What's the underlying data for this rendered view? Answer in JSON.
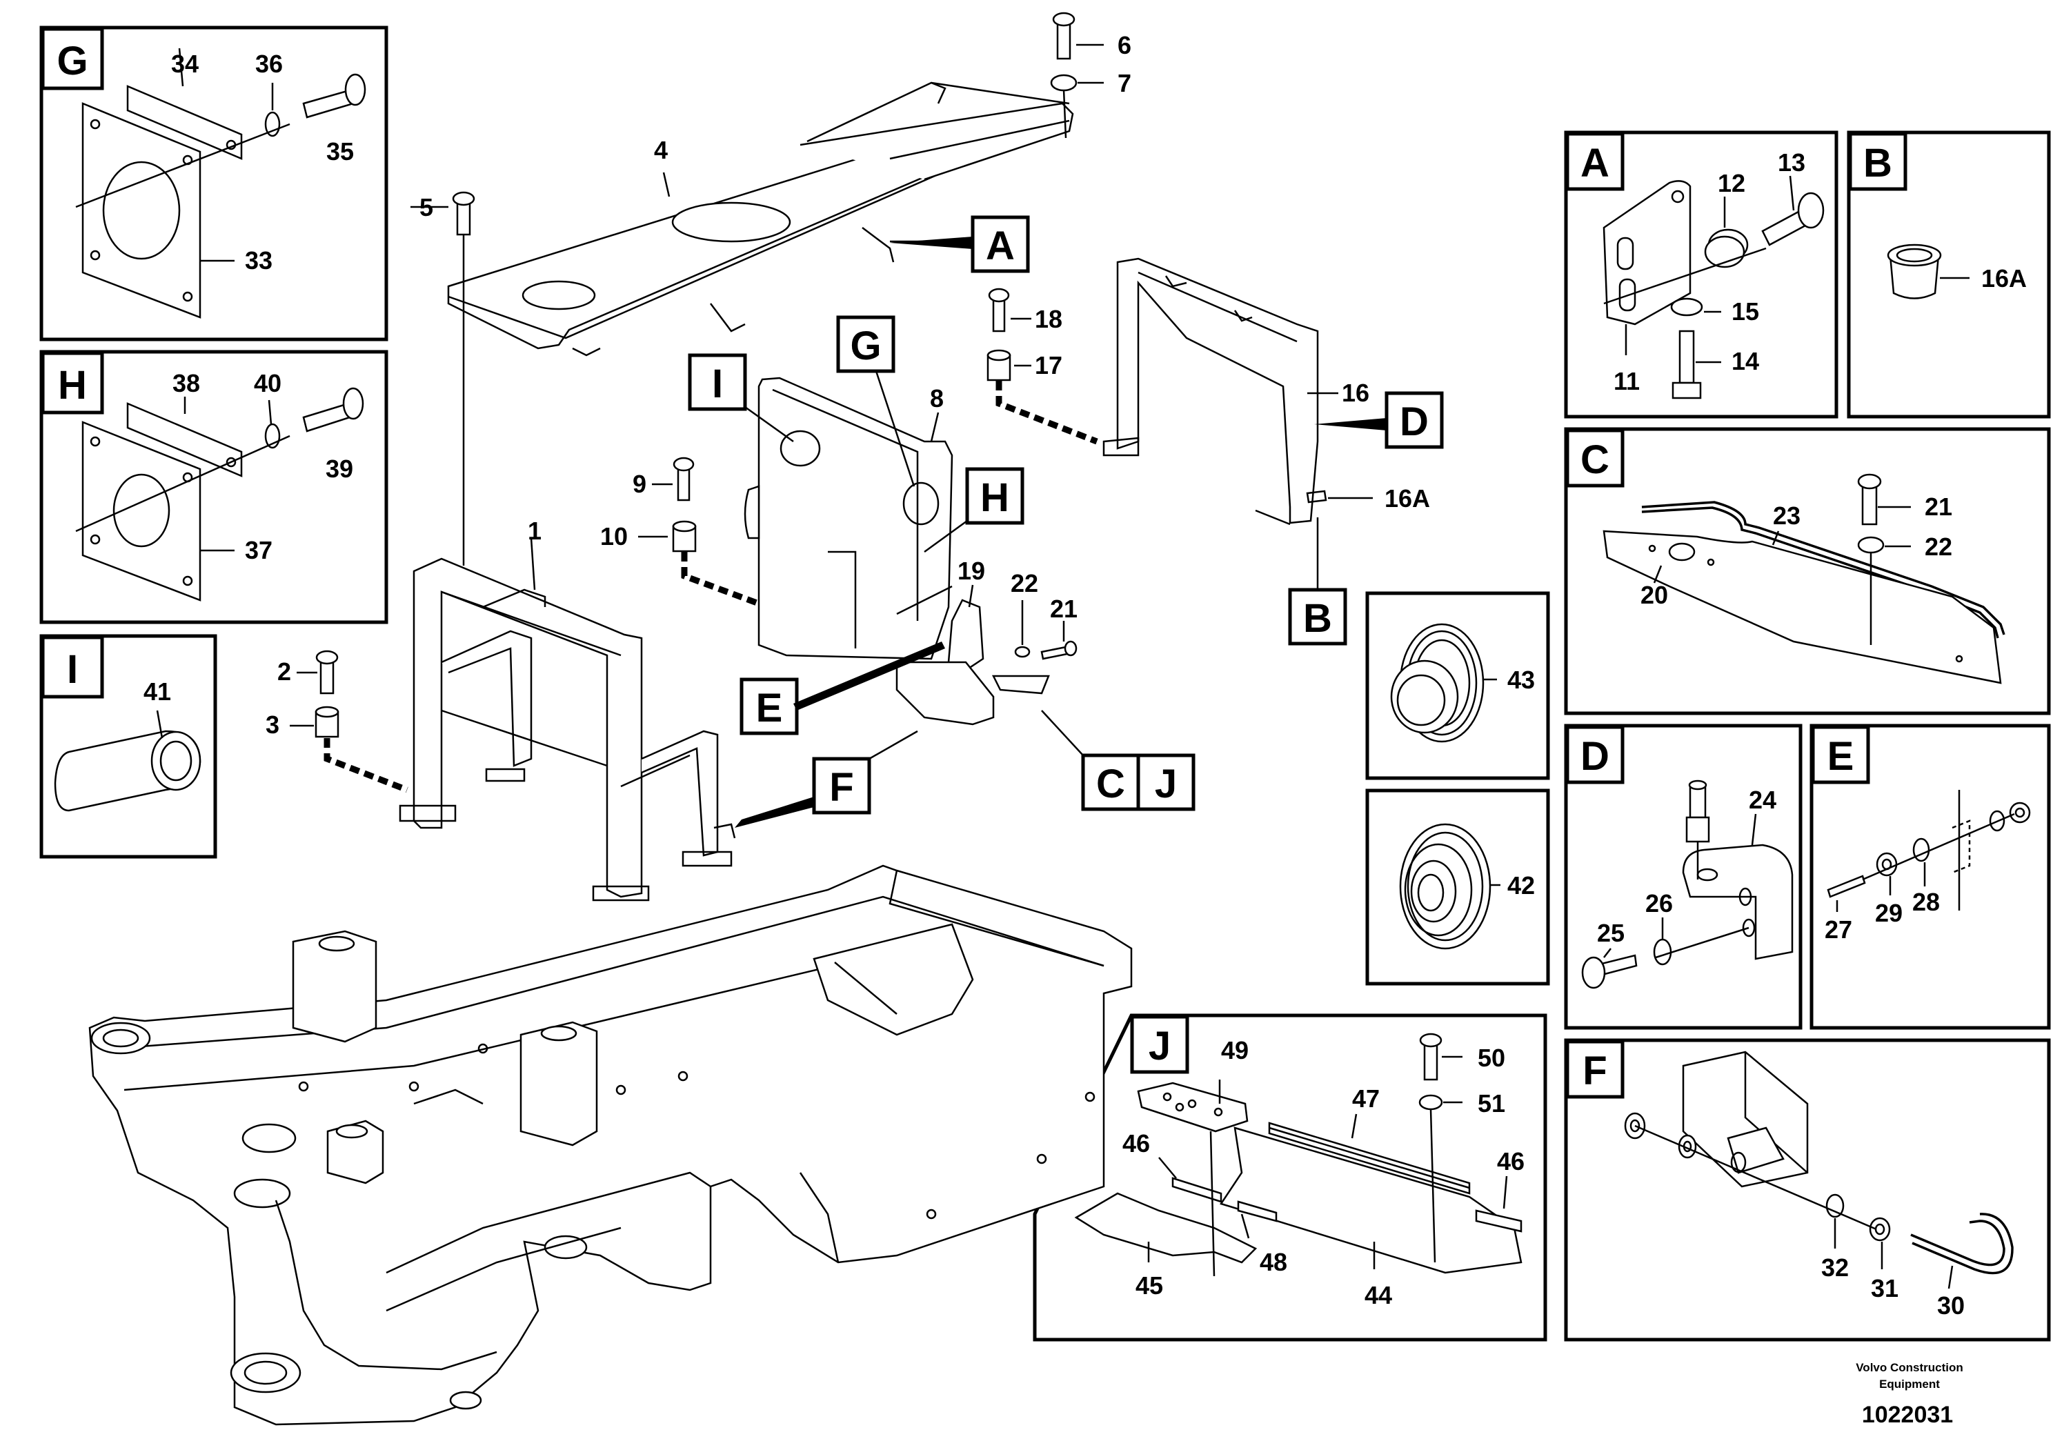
{
  "callouts": {
    "n1": "1",
    "n2": "2",
    "n3": "3",
    "n4": "4",
    "n5": "5",
    "n6": "6",
    "n7": "7",
    "n8": "8",
    "n9": "9",
    "n10": "10",
    "n11": "11",
    "n12": "12",
    "n13": "13",
    "n14": "14",
    "n15": "15",
    "n16": "16",
    "n16A_main": "16A",
    "n16A_b": "16A",
    "n17": "17",
    "n18": "18",
    "n19": "19",
    "n20": "20",
    "n21_main": "21",
    "n21_c": "21",
    "n22_main": "22",
    "n22_c": "22",
    "n23": "23",
    "n24": "24",
    "n25": "25",
    "n26": "26",
    "n27": "27",
    "n28": "28",
    "n29": "29",
    "n30": "30",
    "n31": "31",
    "n32": "32",
    "n33": "33",
    "n34": "34",
    "n35": "35",
    "n36": "36",
    "n37": "37",
    "n38": "38",
    "n39": "39",
    "n40": "40",
    "n41": "41",
    "n42": "42",
    "n43": "43",
    "n44": "44",
    "n45": "45",
    "n46a": "46",
    "n46b": "46",
    "n47": "47",
    "n48": "48",
    "n49": "49",
    "n50": "50",
    "n51": "51"
  },
  "detail_letters": {
    "A": "A",
    "B": "B",
    "C": "C",
    "D": "D",
    "E": "E",
    "F": "F",
    "G": "G",
    "H": "H",
    "I": "I",
    "J": "J"
  },
  "main_refs": {
    "A": "A",
    "B": "B",
    "C": "C",
    "D": "D",
    "E": "E",
    "F": "F",
    "G": "G",
    "H": "H",
    "I": "I",
    "J": "J"
  },
  "footer": {
    "company_line1": "Volvo Construction",
    "company_line2": "Equipment",
    "drawing_number": "1022031"
  }
}
